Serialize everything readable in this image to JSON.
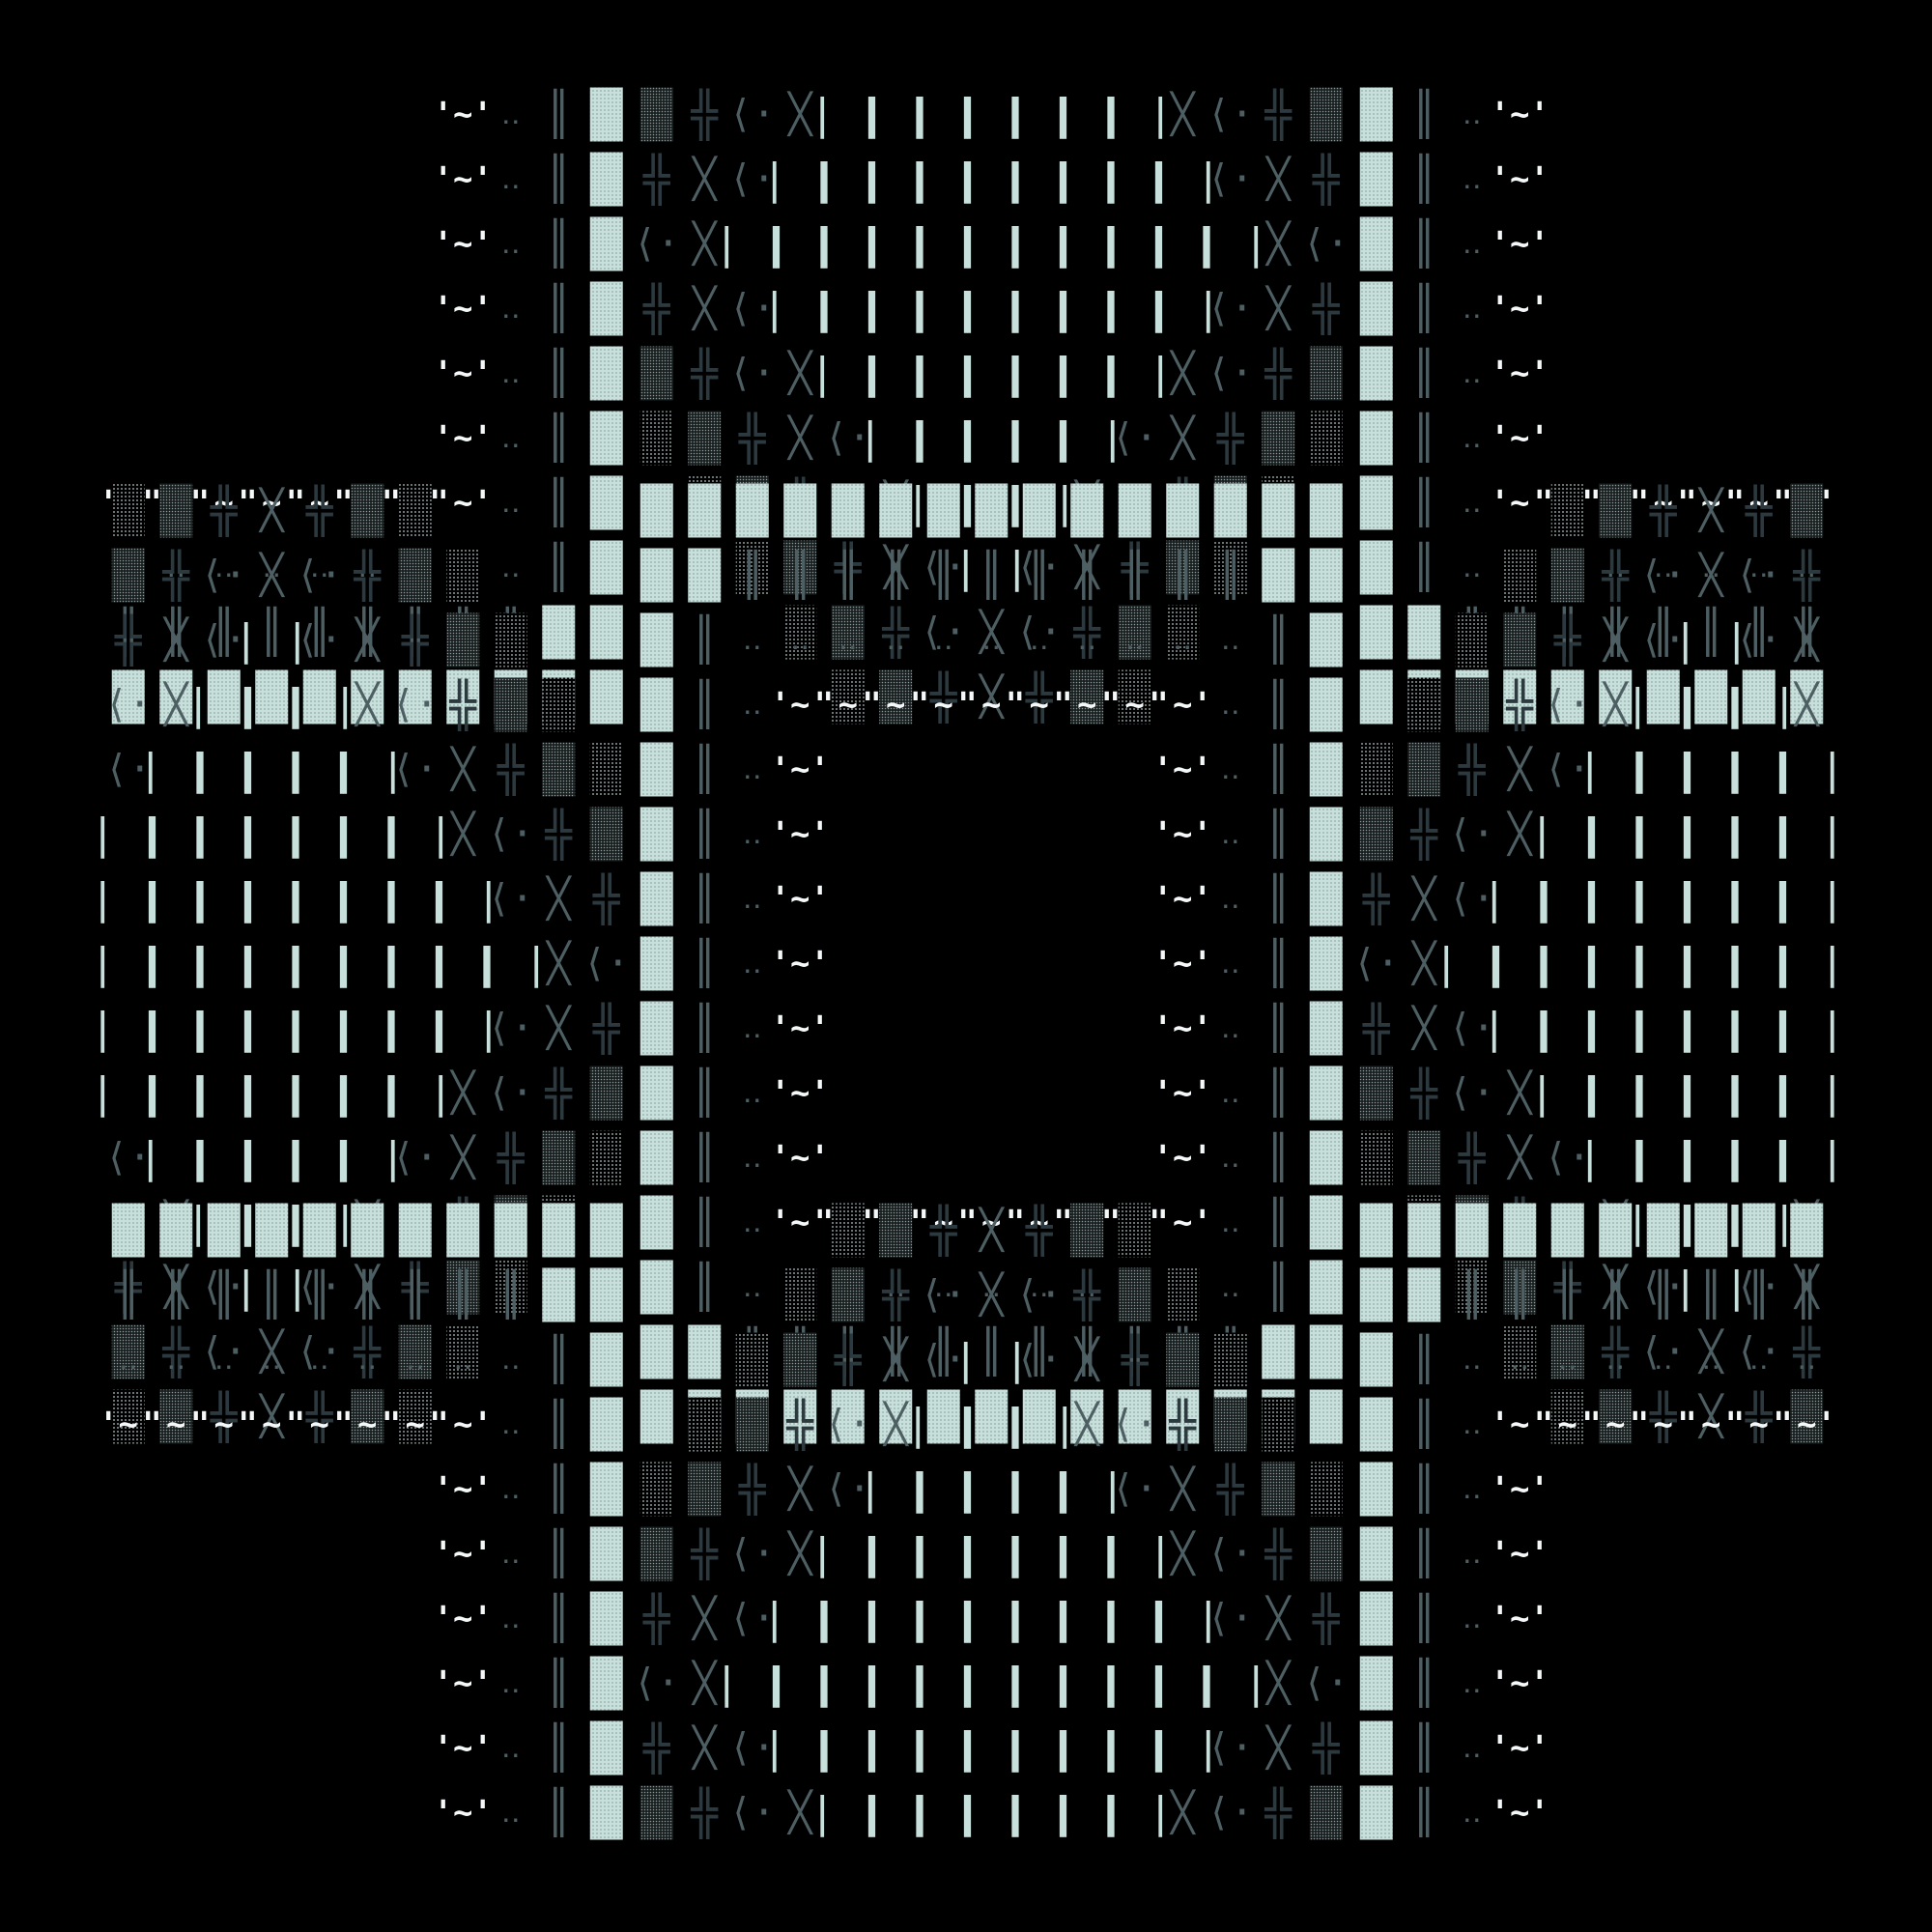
{
  "palette": {
    "background": "#000000",
    "bright": "#c8e0dc",
    "mid": "#7e9390",
    "slate": "#4e5f63",
    "dark": "#2c3a40",
    "white": "#f4f8f8",
    "dim": "#8a9a9a"
  },
  "glyphs": {
    "dense_block": "▒",
    "light_block": "░",
    "double_bar": "║",
    "cross": "╬",
    "bracket_left": "⟨",
    "bracket_right": "⟩",
    "x_mark": "╳",
    "dot": "·",
    "double_dot": "‥",
    "tilde_wave": "'~'",
    "bar": "|"
  },
  "tiles": [
    {
      "kind": "square",
      "col": 0,
      "row": 0
    },
    {
      "kind": "diamond",
      "col": 1,
      "row": 0
    },
    {
      "kind": "square",
      "col": 2,
      "row": 0
    },
    {
      "kind": "diamond",
      "col": 0,
      "row": 1
    },
    {
      "kind": "square",
      "col": 1,
      "row": 1
    },
    {
      "kind": "diamond",
      "col": 2,
      "row": 1
    },
    {
      "kind": "square",
      "col": 0,
      "row": 2
    },
    {
      "kind": "diamond",
      "col": 1,
      "row": 2
    },
    {
      "kind": "square",
      "col": 2,
      "row": 2
    }
  ]
}
